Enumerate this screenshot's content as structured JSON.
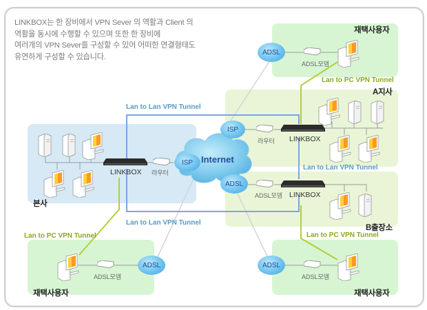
{
  "description": {
    "lines": [
      "LINKBOX는 한 장비에서 VPN Sever 의 역활과 Client 의",
      "역활을 동시에 수행할 수 있으며 또한 한 장비에",
      "여러개의 VPN Sever를 구성할 수 있어 어떠한 연결형태도",
      "유연하게 구성할 수 있습니다."
    ]
  },
  "zones": {
    "hq": "본사",
    "branch_a": "A지사",
    "office_b": "B출장소",
    "home_top_right": "재택사용자",
    "home_bottom_left": "재택사용자",
    "home_bottom_right": "재택사용자"
  },
  "tunnels": {
    "lan_to_lan_top": "Lan to Lan VPN Tunnel",
    "lan_to_lan_mid": "Lan to Lan VPN Tunnel",
    "lan_to_lan_bottom": "Lan to Lan VPN Tunnel",
    "lan_to_pc_top_right": "Lan to PC VPN Tunnel",
    "lan_to_pc_left": "Lan to PC VPN Tunnel",
    "lan_to_pc_bottom_right": "Lan to PC VPN Tunnel"
  },
  "devices": {
    "linkbox": "LINKBOX",
    "router": "라우터",
    "adsl_modem": "ADSL모뎀",
    "isp": "ISP",
    "adsl": "ADSL",
    "internet": "Internet"
  },
  "colors": {
    "lan_to_lan": "#6b9bd8",
    "lan_to_pc": "#b7cc3a",
    "hq_zone": "#d6e9f5",
    "home_zone": "#d7f5d3",
    "branch_zone": "#e9f5d6"
  }
}
